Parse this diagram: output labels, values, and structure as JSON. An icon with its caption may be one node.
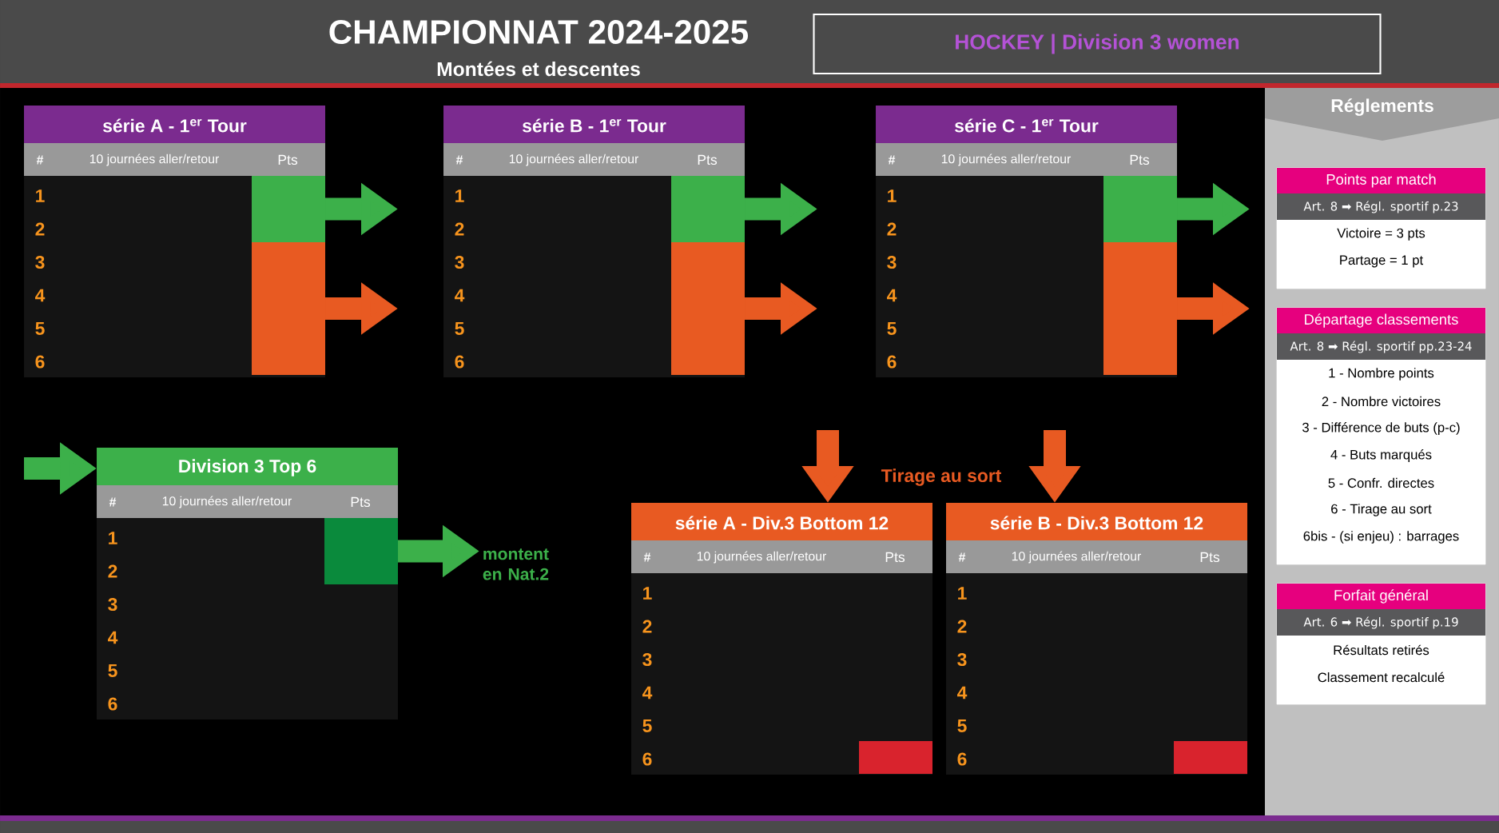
{
  "diagram": {
    "title": "CHAMPIONNAT 2024-2025",
    "nodes": [
      {
        "text": [
          "HOCKEY | Division 3 women"
        ]
      },
      {
        "text": [
          "série A - 1$^{er}$ Tour",
          "#",
          "10 journées aller/retour",
          "Pts",
          "1",
          "2",
          "3",
          "4",
          "5",
          "6"
        ]
      },
      {
        "text": [],
        "shape": "bar",
        "in": 1
      },
      {
        "text": [],
        "shape": "bar",
        "in": 1
      },
      {
        "text": [
          "série B - 1$^{er}$ Tour",
          "#",
          "10 journées aller/retour",
          "Pts",
          "1",
          "2",
          "3",
          "4",
          "5",
          "6"
        ]
      },
      {
        "text": [],
        "shape": "bar",
        "in": 4
      },
      {
        "text": [],
        "shape": "bar",
        "in": 4
      },
      {
        "text": [
          "série C - 1$^{er}$ Tour",
          "#",
          "10 journées aller/retour",
          "Pts",
          "1",
          "2",
          "3",
          "4",
          "5",
          "6"
        ]
      },
      {
        "text": [],
        "shape": "bar",
        "in": 7
      },
      {
        "text": [],
        "shape": "bar",
        "in": 7
      },
      {
        "text": [
          "Division 3 Top 6",
          "#",
          "10 journées aller/retour",
          "Pts",
          "1",
          "2",
          "3",
          "4",
          "5",
          "6"
        ]
      },
      {
        "text": [],
        "shape": "bar",
        "in": 10
      },
      {
        "text": [
          "montent en Nat.2"
        ]
      },
      {
        "text": [
          "série A - Div.3 Bottom 12",
          "#",
          "10 journées aller/retour",
          "Pts",
          "1",
          "2",
          "3",
          "4",
          "5",
          "6"
        ]
      },
      {
        "text": [],
        "shape": "bar",
        "in": 13
      },
      {
        "text": [
          "série B - Div.3 Bottom 12",
          "#",
          "10 journées aller/retour",
          "Pts",
          "1",
          "2",
          "3",
          "4",
          "5",
          "6"
        ]
      },
      {
        "text": [],
        "shape": "bar",
        "in": 15
      },
      {
        "text": [
          "Réglements"
        ]
      },
      {
        "text": [
          "Points par match",
          "Art. 8 ➡ Régl. sportif p.23",
          "Victoire = 3 pts",
          "Partage = 1 pt"
        ],
        "in": 17
      },
      {
        "text": [
          "Départage classements",
          "Art. 8 ➡ Régl. sportif pp.23-24",
          "1 - Nombre points",
          "2 - Nombre victoires",
          "3 - Différence de buts (p-c)",
          "4 - Buts marqués",
          "5 - Confr. directes",
          "6 - Tirage au sort",
          "6bis - (si enjeu) : barrages"
        ],
        "in": 17
      },
      {
        "text": [
          "Forfait général",
          "Art. 6 ➡ Régl. sportif p.19",
          "Résultats retirés",
          "Classement recalculé"
        ],
        "in": 17
      }
    ],
    "edges": [
      {
        "from": 2,
        "to": null,
        "arrow": "to",
        "color": "#3cb04a"
      },
      {
        "from": 3,
        "to": null,
        "arrow": "to",
        "color": "#e85a22"
      },
      {
        "from": 5,
        "to": null,
        "arrow": "to",
        "color": "#3cb04a"
      },
      {
        "from": 6,
        "to": null,
        "arrow": "to",
        "color": "#e85a22"
      },
      {
        "from": 8,
        "to": null,
        "arrow": "to",
        "color": "#3cb04a"
      },
      {
        "from": 9,
        "to": null,
        "arrow": "to",
        "color": "#e85a22"
      },
      {
        "from": null,
        "to": 10,
        "arrow": "to",
        "color": "#3cb04a"
      },
      {
        "from": 11,
        "to": 12,
        "arrow": "to",
        "color": "#3cb04a"
      },
      {
        "from": null,
        "to": 13,
        "arrow": "to",
        "color": "#e85a22"
      },
      {
        "from": null,
        "to": 15,
        "arrow": "to",
        "color": "#e85a22"
      }
    ],
    "labels": [
      "Montées et descentes",
      "Tirage au sort"
    ]
  }
}
